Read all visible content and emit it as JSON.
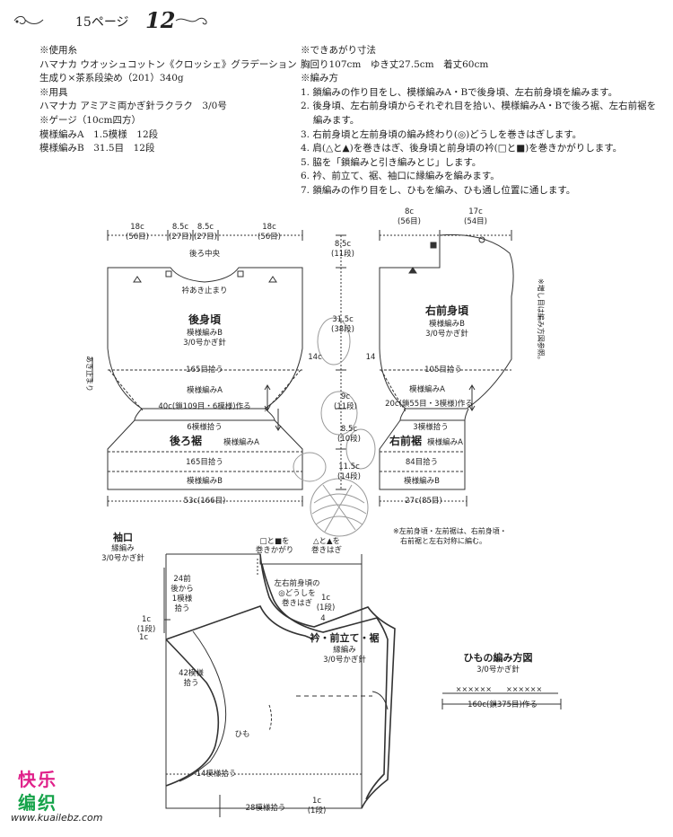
{
  "header": {
    "page_ref": "15ページ",
    "pattern_number": "12"
  },
  "materials": {
    "yarn_heading": "※使用糸",
    "yarn_line1": "ハマナカ ウオッシュコットン《クロッシェ》グラデーション",
    "yarn_line2": "生成り×茶系段染め（201）340g",
    "tools_heading": "※用具",
    "tools_line": "ハマナカ アミアミ両かぎ針ラクラク　3/0号",
    "gauge_heading": "※ゲージ（10cm四方）",
    "gauge_line1": "模様編みA　1.5模様　12段",
    "gauge_line2": "模様編みB　31.5目　12段"
  },
  "finished": {
    "size_heading": "※できあがり寸法",
    "size_line": "胸回り107cm　ゆき丈27.5cm　着丈60cm",
    "method_heading": "※編み方",
    "steps": [
      "1. 鎖編みの作り目をし、模様編みA・Bで後身頃、左右前身頃を編みます。",
      "2. 後身頃、左右前身頃からそれぞれ目を拾い、模様編みA・Bで後ろ裾、左右前裾を",
      "　 編みます。",
      "3. 右前身頃と左前身頃の編み終わり(◎)どうしを巻きはぎします。",
      "4. 肩(△と▲)を巻きはぎ、後身頃と前身頃の衿(□と■)を巻きかがりします。",
      "5. 脇を「鎖編みと引き編みとじ」します。",
      "6. 衿、前立て、裾、袖口に縁編みを編みます。",
      "7. 鎖編みの作り目をし、ひもを編み、ひも通し位置に通します。"
    ]
  },
  "diagram": {
    "back": {
      "w1": "18c",
      "w1s": "(56目)",
      "w2": "8.5c",
      "w2s": "(27目)",
      "w3": "8.5c",
      "w3s": "(27目)",
      "w4": "18c",
      "w4s": "(56目)",
      "center": "後ろ中央",
      "collar_stop": "衿あき止まり",
      "title": "後身頃",
      "pattern": "模様編みB",
      "hook": "3/0号かぎ針",
      "pick1": "165目拾う",
      "patA": "模様編みA",
      "row_note": "40c(鎖109目・6模様)作る",
      "pick2": "6模様拾う",
      "hem_title": "後ろ裾",
      "hem_pat": "模様編みA",
      "pick3": "165目拾う",
      "patB": "模様編みB",
      "bottom": "53c(166目)",
      "armhole": "あき止まり"
    },
    "vertical": {
      "v1": "8.5c",
      "v1s": "(11段)",
      "v2": "31.5c",
      "v2s": "(38段)",
      "v3": "14c",
      "v4": "9c",
      "v4s": "(11段)",
      "v5": "8.5c",
      "v5s": "(10段)",
      "v6": "11.5c",
      "v6s": "(14段)"
    },
    "front": {
      "w1": "8c",
      "w1s": "(56目)",
      "w2": "17c",
      "w2s": "(54目)",
      "title": "右前身頃",
      "pattern": "模様編みB",
      "hook": "3/0号かぎ針",
      "pick1": "105目拾う",
      "patA": "模様編みA",
      "row_note": "20c(鎖55目・3模様)作る",
      "pick2": "3模様拾う",
      "hem_title": "右前裾",
      "hem_pat": "模様編みA",
      "pick3": "84目拾う",
      "patB": "模様編みB",
      "bottom": "27c(85目)",
      "side_note": "※増し目は編み方図参照。",
      "left_note1": "※左前身頃・左前裾は、右前身頃・",
      "left_note2": "右前裾と左右対称に編む。",
      "num14": "14"
    },
    "assembly": {
      "cuff_title": "袖口",
      "cuff_pat": "縁編み",
      "cuff_hook": "3/0号かぎ針",
      "sq_note": "□と■を",
      "sq_note2": "巻きかがり",
      "tri_note": "△と▲を",
      "tri_note2": "巻きはぎ",
      "pick24a": "24前",
      "pick24b": "後から",
      "pick24c": "1模様",
      "pick24d": "拾う",
      "one_c": "1c",
      "one_row": "(1段)",
      "front_join1": "左右前身頃の",
      "front_join2": "◎どうしを",
      "front_join3": "巻きはぎ",
      "one_c2": "1c",
      "one_row2": "(1段)",
      "num4": "4",
      "band_title": "衿・前立て・裾",
      "band_pat": "縁編み",
      "band_hook": "3/0号かぎ針",
      "pick42a": "42模様",
      "pick42b": "拾う",
      "himo": "ひも",
      "pick14": "14模様拾う",
      "pick28": "28模様拾う",
      "one_c3": "1c",
      "one_row3": "(1段)",
      "one_c_left": "1c",
      "one_row_left": "(1段)"
    },
    "cord": {
      "title": "ひもの編み方図",
      "hook": "3/0号かぎ針",
      "chain": "××××××　　××××××",
      "length": "160c(鎖375目)作る"
    }
  },
  "watermark": {
    "line1": "快乐",
    "line2": "编织",
    "line3": "www.kuailebz.com"
  }
}
